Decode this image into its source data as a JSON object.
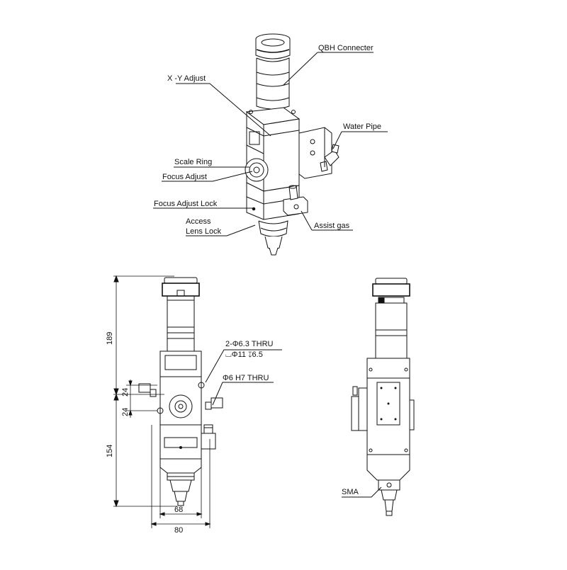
{
  "callouts": {
    "qbh_connector": "QBH Connecter",
    "xy_adjust": "X -Y Adjust",
    "water_pipe": "Water Pipe",
    "scale_ring": "Scale Ring",
    "focus_adjust": "Focus Adjust",
    "focus_adjust_lock": "Focus Adjust Lock",
    "access": "Access",
    "lens_lock": "Lens Lock",
    "assist_gas": "Assist gas",
    "sma": "SMA"
  },
  "dimensions": {
    "height_upper": "189",
    "height_lower": "154",
    "hole_offset_top": "24",
    "hole_offset_bottom": "24",
    "width_inner": "68",
    "width_outer": "80",
    "thru_holes_line1": "2-Φ6.3 THRU",
    "thru_holes_line2": "⌴Φ11 ↧6.5",
    "pin_hole": "Φ6  H7 THRU"
  }
}
